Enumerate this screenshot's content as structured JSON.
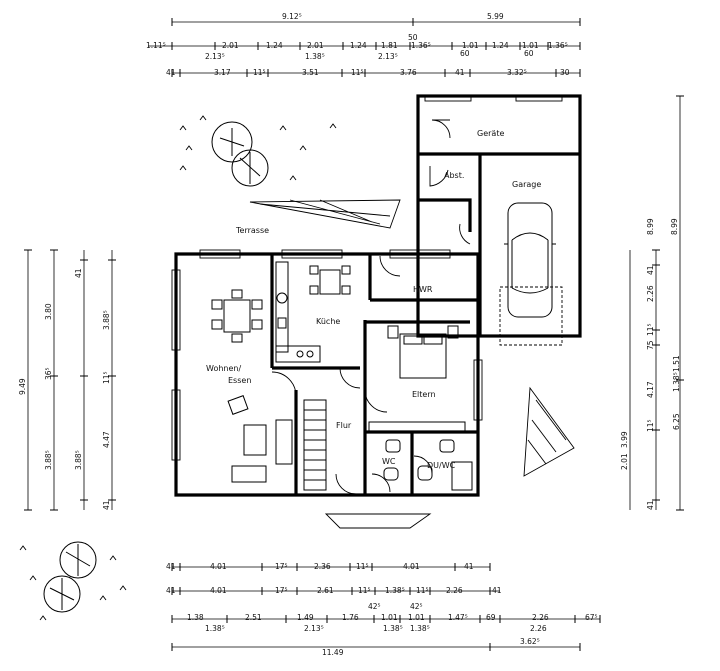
{
  "rooms": {
    "geraete": "Geräte",
    "garage": "Garage",
    "abst": "Abst.",
    "terrasse": "Terrasse",
    "hwr": "HWR",
    "kueche": "Küche",
    "wohnen_1": "Wohnen/",
    "wohnen_2": "Essen",
    "eltern": "Eltern",
    "flur": "Flur",
    "wc": "WC",
    "du_wc": "DU/WC"
  },
  "dims_top": {
    "r1": [
      "9.12⁵",
      "5.99"
    ],
    "r1_extra": "50",
    "r2": [
      "1.11⁵",
      "2.01",
      "1.24",
      "2.01",
      "1.24",
      "1.81",
      "1.36⁵",
      "1.01",
      "1.24",
      "1.01",
      "1.36⁵"
    ],
    "r2_sub": [
      "2.13⁵",
      "1.38⁵",
      "2.13⁵",
      "60",
      "60"
    ],
    "r3": [
      "41",
      "3.17",
      "11⁵",
      "3.51",
      "11⁵",
      "3.76",
      "41",
      "3.32⁵",
      "30"
    ]
  },
  "dims_bottom": {
    "r1": [
      "41",
      "4.01",
      "17⁵",
      "2.36",
      "11⁵",
      "4.01",
      "41"
    ],
    "r2": [
      "41",
      "4.01",
      "17⁵",
      "2.61",
      "11⁵",
      "1.38⁵",
      "11⁵",
      "2.26",
      "41"
    ],
    "r3_top": [
      "42⁵",
      "42⁵"
    ],
    "r3": [
      "1.38",
      "2.51",
      "1.49",
      "1.76",
      "1.01",
      "1.01",
      "1.47⁵",
      "69",
      "2.26",
      "67⁵"
    ],
    "r3_sub": [
      "1.38⁵",
      "2.13⁵",
      "1.38⁵",
      "1.38⁵",
      "2.26"
    ],
    "r4": [
      "11.49",
      "3.62⁵"
    ]
  },
  "dims_left": [
    "9.49",
    "36⁵",
    "3.88⁵",
    "3.80",
    "41",
    "3.88⁵",
    "11⁵",
    "4.47",
    "3.88⁵",
    "41"
  ],
  "dims_right": [
    "8.99",
    "8.99",
    "41",
    "2.26",
    "11⁵",
    "1.51",
    "1.38⁵",
    "75",
    "4.17",
    "11⁵",
    "3.99",
    "2.01",
    "41",
    "6.25"
  ]
}
